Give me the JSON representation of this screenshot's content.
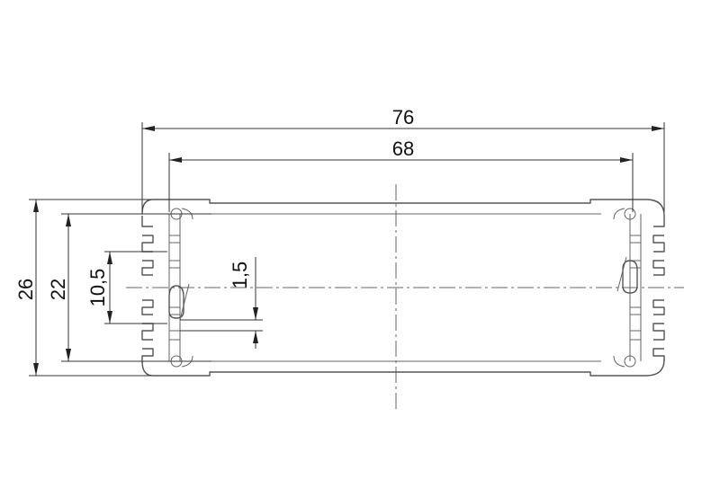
{
  "diagram": {
    "dimensions": {
      "overall_width": "76",
      "inner_width": "68",
      "overall_height": "26",
      "inner_height": "22",
      "slot_spacing": "10,5",
      "wall_thickness": "1,5"
    },
    "colors": {
      "background": "#ffffff",
      "outline": "#555555",
      "dimension": "#222222"
    }
  }
}
